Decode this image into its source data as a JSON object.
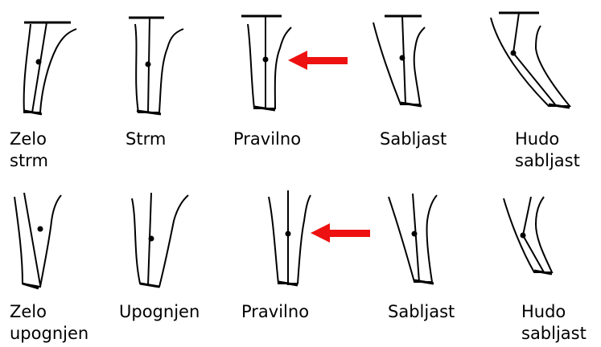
{
  "row1": {
    "items": [
      {
        "label": "Zelo\nstrm",
        "key": "zelo-strm"
      },
      {
        "label": "Strm",
        "key": "strm"
      },
      {
        "label": "Pravilno",
        "key": "pravilno"
      },
      {
        "label": "Sabljast",
        "key": "sabljast"
      },
      {
        "label": "Hudo\nsabljast",
        "key": "hudo-sabljast"
      }
    ],
    "highlighted_index": 2
  },
  "row2": {
    "items": [
      {
        "label": "Zelo\nupognjen",
        "key": "zelo-upognjen"
      },
      {
        "label": "Upognjen",
        "key": "upognjen"
      },
      {
        "label": "Pravilno",
        "key": "pravilno"
      },
      {
        "label": "Sabljast",
        "key": "sabljast"
      },
      {
        "label": "Hudo\nsabljast",
        "key": "hudo-sabljast"
      }
    ],
    "highlighted_index": 2
  },
  "colors": {
    "arrow": "#ee1111",
    "ink": "#000000"
  }
}
